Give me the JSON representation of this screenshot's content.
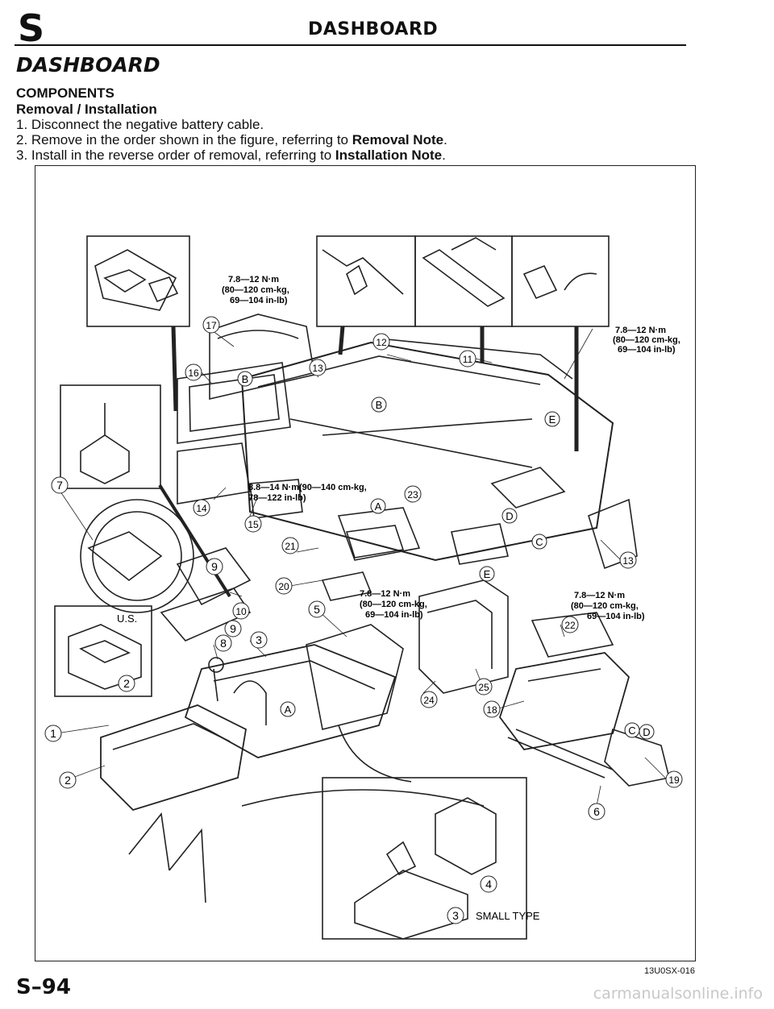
{
  "header": {
    "letter": "S",
    "title": "DASHBOARD"
  },
  "section_title": "DASHBOARD",
  "subtitle1": "COMPONENTS",
  "subtitle2": "Removal / Installation",
  "steps": [
    {
      "text": "1. Disconnect the negative battery cable.",
      "bold": "",
      "tail": ""
    },
    {
      "text": "2. Remove in the order shown in the figure, referring to ",
      "bold": "Removal Note",
      "tail": "."
    },
    {
      "text": "3. Install in the reverse order of removal, referring to ",
      "bold": "Installation Note",
      "tail": "."
    }
  ],
  "figure": {
    "torque_top": [
      "7.8—12 N·m",
      "(80—120 cm-kg,",
      "69—104 in-lb)"
    ],
    "torque_right": [
      "7.8—12 N·m",
      "(80—120 cm-kg,",
      "69—104 in-lb)"
    ],
    "torque_mid": [
      "8.8—14 N·m(90—140 cm-kg,",
      "78—122 in-lb)"
    ],
    "torque_center": [
      "7.8—12 N·m",
      "(80—120 cm-kg,",
      "69—104 in-lb)"
    ],
    "torque_lower_right": [
      "7.8—12 N·m",
      "(80—120 cm-kg,",
      "69—104 in-lb)"
    ],
    "us_label": "U.S.",
    "small_type_label": "SMALL TYPE",
    "callouts": [
      "1",
      "2",
      "3",
      "4",
      "5",
      "6",
      "7",
      "8",
      "9",
      "10",
      "11",
      "12",
      "13",
      "14",
      "15",
      "16",
      "17",
      "18",
      "19",
      "20",
      "21",
      "22",
      "23",
      "24",
      "25"
    ],
    "letters": [
      "A",
      "B",
      "C",
      "D",
      "E"
    ]
  },
  "figure_code": "13U0SX-016",
  "page_number": "S–94",
  "watermark": "carmanualsonline.info"
}
